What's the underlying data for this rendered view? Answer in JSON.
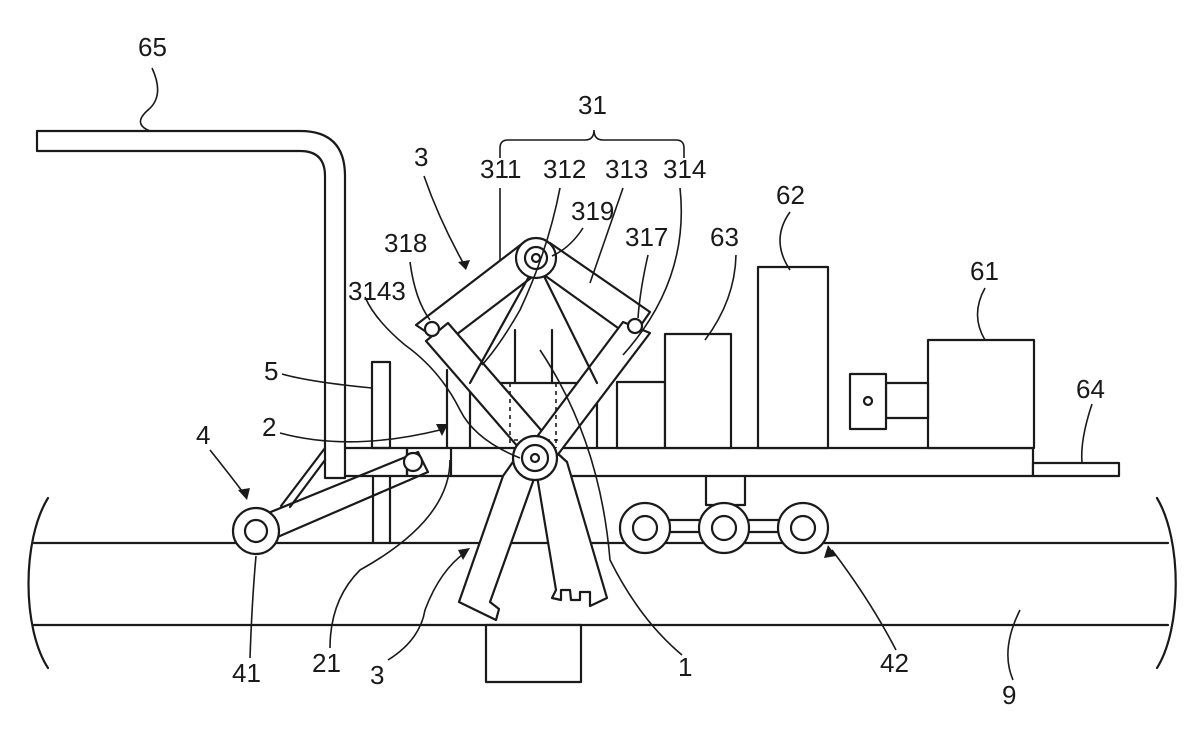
{
  "figure": {
    "labels": {
      "l65": "65",
      "l31": "31",
      "l3_top": "3",
      "l311": "311",
      "l312": "312",
      "l313": "313",
      "l314": "314",
      "l319": "319",
      "l318": "318",
      "l317": "317",
      "l62": "62",
      "l63": "63",
      "l61": "61",
      "l3143": "3143",
      "l5": "5",
      "l2": "2",
      "l4": "4",
      "l64": "64",
      "l41": "41",
      "l21": "21",
      "l3_bottom": "3",
      "l1": "1",
      "l42": "42",
      "l9": "9"
    }
  }
}
